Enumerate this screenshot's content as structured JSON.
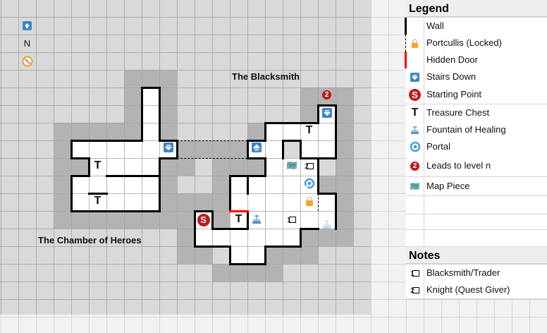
{
  "map": {
    "compass": {
      "up_icon": "arrow-up-icon",
      "north_label": "N",
      "compass_icon": "compass-icon"
    },
    "labels": {
      "blacksmith": "The Blacksmith",
      "chamber": "The Chamber of Heroes"
    },
    "markers": {
      "treasure": "T",
      "start": "S",
      "level": "2",
      "note1": "1",
      "note2": "2"
    }
  },
  "legend": {
    "title": "Legend",
    "items": [
      {
        "label": "Wall",
        "icon": "wall-icon"
      },
      {
        "label": "Portcullis (Locked)",
        "icon": "lock-icon"
      },
      {
        "label": "Hidden Door",
        "icon": "hidden-door-icon"
      },
      {
        "label": "Stairs Down",
        "icon": "stairs-down-icon"
      },
      {
        "label": "Starting Point",
        "icon": "starting-point-icon",
        "symbol": "S"
      },
      {
        "label": "Treasure Chest",
        "icon": "treasure-chest-icon",
        "symbol": "T"
      },
      {
        "label": "Fountain of Healing",
        "icon": "fountain-icon"
      },
      {
        "label": "Portal",
        "icon": "portal-icon"
      },
      {
        "label": "Leads to level n",
        "icon": "level-icon",
        "symbol": "2"
      },
      {
        "label": "Map Piece",
        "icon": "map-piece-icon"
      }
    ]
  },
  "notes": {
    "title": "Notes",
    "items": [
      {
        "label": "Blacksmith/Trader",
        "number": "1"
      },
      {
        "label": "Knight (Quest Giver)",
        "number": "2"
      }
    ]
  },
  "colors": {
    "fog_light": "#d9d9d9",
    "fog_dark": "#b3b3b3",
    "floor": "#ffffff",
    "wall": "#000000",
    "hidden_door": "#ff0000",
    "stairs": "#3d86c6",
    "start": "#c4161c",
    "lock": "#f5a623",
    "portal": "#4a9de0"
  }
}
